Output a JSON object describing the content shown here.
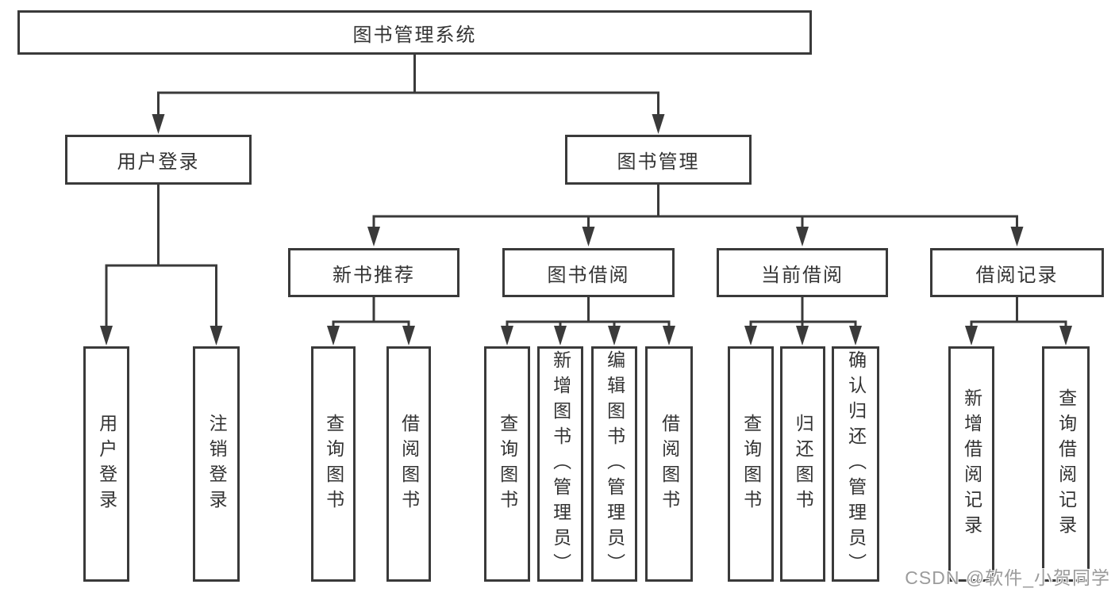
{
  "diagram": {
    "title": "图书管理系统",
    "root": {
      "label": "图书管理系统"
    },
    "level1": [
      {
        "label": "用户登录"
      },
      {
        "label": "图书管理"
      }
    ],
    "level2": [
      {
        "label": "新书推荐"
      },
      {
        "label": "图书借阅"
      },
      {
        "label": "当前借阅"
      },
      {
        "label": "借阅记录"
      }
    ],
    "leaves": {
      "user": [
        "用户登录",
        "注销登录"
      ],
      "new_book": [
        "查询图书",
        "借阅图书"
      ],
      "book_borrow": [
        "查询图书",
        "新增图书（管理员）",
        "编辑图书（管理员）",
        "借阅图书"
      ],
      "current_borrow": [
        "查询图书",
        "归还图书",
        "确认归还（管理员）"
      ],
      "borrow_record": [
        "新增借阅记录",
        "查询借阅记录"
      ]
    }
  },
  "watermark": {
    "text": "CSDN @软件_小贺同学"
  },
  "colors": {
    "line": "#3a3a3a",
    "text": "#333333",
    "background": "#ffffff",
    "watermark": "#9b9b9b"
  }
}
